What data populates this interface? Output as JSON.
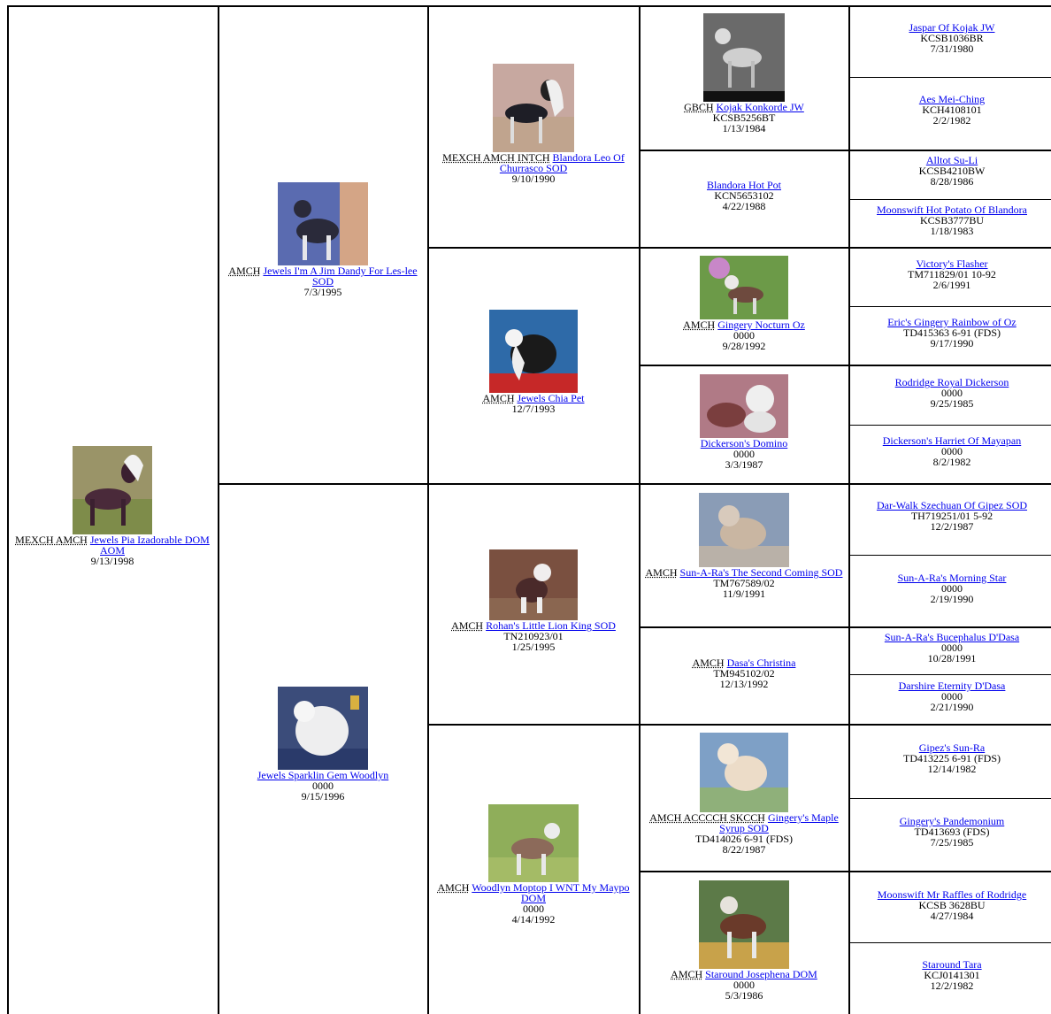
{
  "pedigree": {
    "gen1": {
      "titles": "MEXCH AMCH",
      "name": "Jewels Pia Izadorable DOM AOM",
      "date": "9/13/1998",
      "photo": "dog-photo-hairless-black-white-crest"
    },
    "gen2": [
      {
        "titles": "AMCH",
        "name": "Jewels I'm A Jim Dandy For Les-lee SOD",
        "date": "7/3/1995",
        "photo": "dog-photo"
      },
      {
        "titles": "",
        "name": "Jewels Sparklin Gem Woodlyn",
        "reg": "0000",
        "date": "9/15/1996",
        "photo": "dog-photo-powderpuff"
      }
    ],
    "gen3": [
      {
        "titles": "MEXCH AMCH INTCH",
        "name": "Blandora Leo Of Churrasco SOD",
        "date": "9/10/1990"
      },
      {
        "titles": "AMCH",
        "name": "Jewels Chia Pet",
        "date": "12/7/1993"
      },
      {
        "titles": "AMCH",
        "name": "Rohan's Little Lion King SOD",
        "reg": "TN210923/01",
        "date": "1/25/1995"
      },
      {
        "titles": "AMCH",
        "name": "Woodlyn Moptop I WNT My Maypo DOM",
        "reg": "0000",
        "date": "4/14/1992"
      }
    ],
    "gen4": [
      {
        "titles": "GBCH",
        "name": "Kojak Konkorde JW",
        "reg": "KCSB5256BT",
        "date": "1/13/1984"
      },
      {
        "titles": "",
        "name": "Blandora Hot Pot",
        "reg": "KCN5653102",
        "date": "4/22/1988"
      },
      {
        "titles": "AMCH",
        "name": "Gingery Nocturn Oz",
        "reg": "0000",
        "date": "9/28/1992"
      },
      {
        "titles": "",
        "name": "Dickerson's Domino",
        "reg": "0000",
        "date": "3/3/1987"
      },
      {
        "titles": "AMCH",
        "name": "Sun-A-Ra's The Second Coming SOD",
        "reg": "TM767589/02",
        "date": "11/9/1991"
      },
      {
        "titles": "AMCH",
        "name": "Dasa's Christina",
        "reg": "TM945102/02",
        "date": "12/13/1992"
      },
      {
        "titles": "AMCH ACCCCH SKCCH",
        "name": "Gingery's Maple Syrup SOD",
        "reg": "TD414026 6-91 (FDS)",
        "date": "8/22/1987"
      },
      {
        "titles": "AMCH",
        "name": "Staround Josephena DOM",
        "reg": "0000",
        "date": "5/3/1986"
      }
    ],
    "gen5": [
      {
        "name": "Jaspar Of Kojak JW",
        "reg": "KCSB1036BR",
        "date": "7/31/1980"
      },
      {
        "name": "Aes Mei-Ching",
        "reg": "KCH4108101",
        "date": "2/2/1982"
      },
      {
        "name": "Alltot Su-Li",
        "reg": "KCSB4210BW",
        "date": "8/28/1986"
      },
      {
        "name": "Moonswift Hot Potato Of Blandora",
        "reg": "KCSB3777BU",
        "date": "1/18/1983"
      },
      {
        "name": "Victory's Flasher",
        "reg": "TM711829/01 10-92",
        "date": "2/6/1991"
      },
      {
        "name": "Eric's Gingery Rainbow of Oz",
        "reg": "TD415363 6-91 (FDS)",
        "date": "9/17/1990"
      },
      {
        "name": "Rodridge Royal Dickerson",
        "reg": "0000",
        "date": "9/25/1985"
      },
      {
        "name": "Dickerson's Harriet Of Mayapan",
        "reg": "0000",
        "date": "8/2/1982"
      },
      {
        "name": "Dar-Walk Szechuan Of Gipez SOD",
        "reg": "TH719251/01 5-92",
        "date": "12/2/1987"
      },
      {
        "name": "Sun-A-Ra's Morning Star",
        "reg": "0000",
        "date": "2/19/1990"
      },
      {
        "name": "Sun-A-Ra's Bucephalus D'Dasa",
        "reg": "0000",
        "date": "10/28/1991"
      },
      {
        "name": "Darshire Eternity D'Dasa",
        "reg": "0000",
        "date": "2/21/1990"
      },
      {
        "name": "Gipez's Sun-Ra",
        "reg": "TD413225 6-91 (FDS)",
        "date": "12/14/1982"
      },
      {
        "name": "Gingery's Pandemonium",
        "reg": "TD413693 (FDS)",
        "date": "7/25/1985"
      },
      {
        "name": "Moonswift Mr Raffles of Rodridge",
        "reg": "KCSB 3628BU",
        "date": "4/27/1984"
      },
      {
        "name": "Staround Tara",
        "reg": "KCJ0141301",
        "date": "12/2/1982"
      }
    ]
  }
}
